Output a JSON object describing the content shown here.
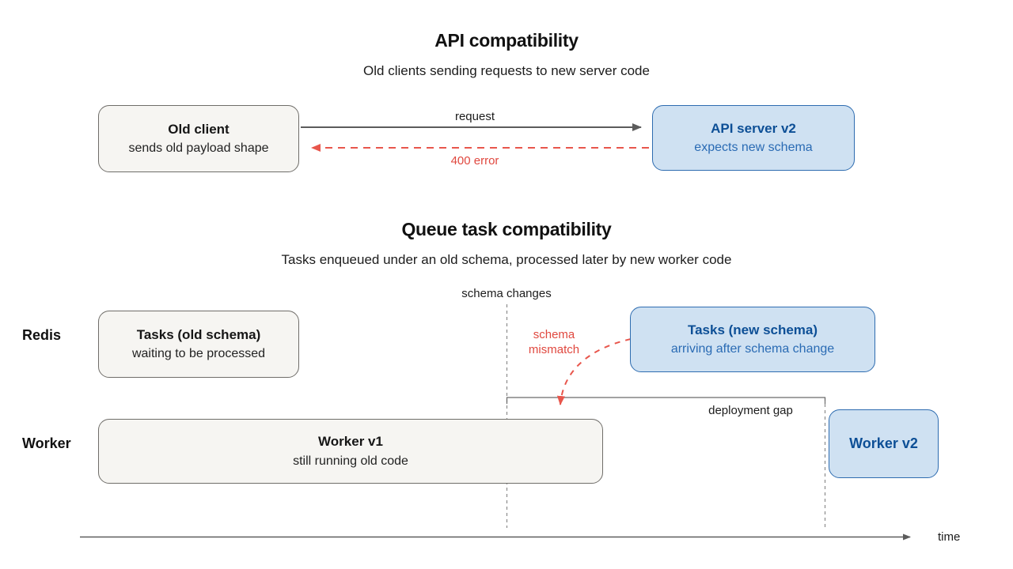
{
  "colors": {
    "blue_border": "#2e6cb0",
    "blue_fill": "#cfe1f2",
    "blue_title_text": "#0d4f96",
    "blue_sub_text": "#2a6bb4",
    "gray_fill": "#f6f5f2",
    "gray_border": "#6f6d69",
    "red_accent": "#e8564c",
    "arrow_gray": "#5c5c5c",
    "dashed_guide_gray": "#8c8c8c",
    "text_black": "#111111"
  },
  "api_section": {
    "title": "API compatibility",
    "subtitle": "Old clients sending requests to new server code",
    "client_box": {
      "title": "Old client",
      "subtitle": "sends old payload shape"
    },
    "server_box": {
      "title": "API server v2",
      "subtitle": "expects new schema"
    },
    "request_label": "request",
    "error_label": "400 error"
  },
  "queue_section": {
    "title": "Queue task compatibility",
    "subtitle": "Tasks enqueued under an old schema, processed later by new worker code",
    "schema_changes_label": "schema changes",
    "mismatch_line1": "schema",
    "mismatch_line2": "mismatch",
    "deployment_gap_label": "deployment gap",
    "redis_row_label": "Redis",
    "worker_row_label": "Worker",
    "old_tasks_box": {
      "title": "Tasks (old schema)",
      "subtitle": "waiting to be processed"
    },
    "new_tasks_box": {
      "title": "Tasks (new schema)",
      "subtitle": "arriving after schema change"
    },
    "worker_v1_box": {
      "title": "Worker v1",
      "subtitle": "still running old code"
    },
    "worker_v2_box": {
      "title": "Worker v2"
    },
    "time_label": "time"
  }
}
